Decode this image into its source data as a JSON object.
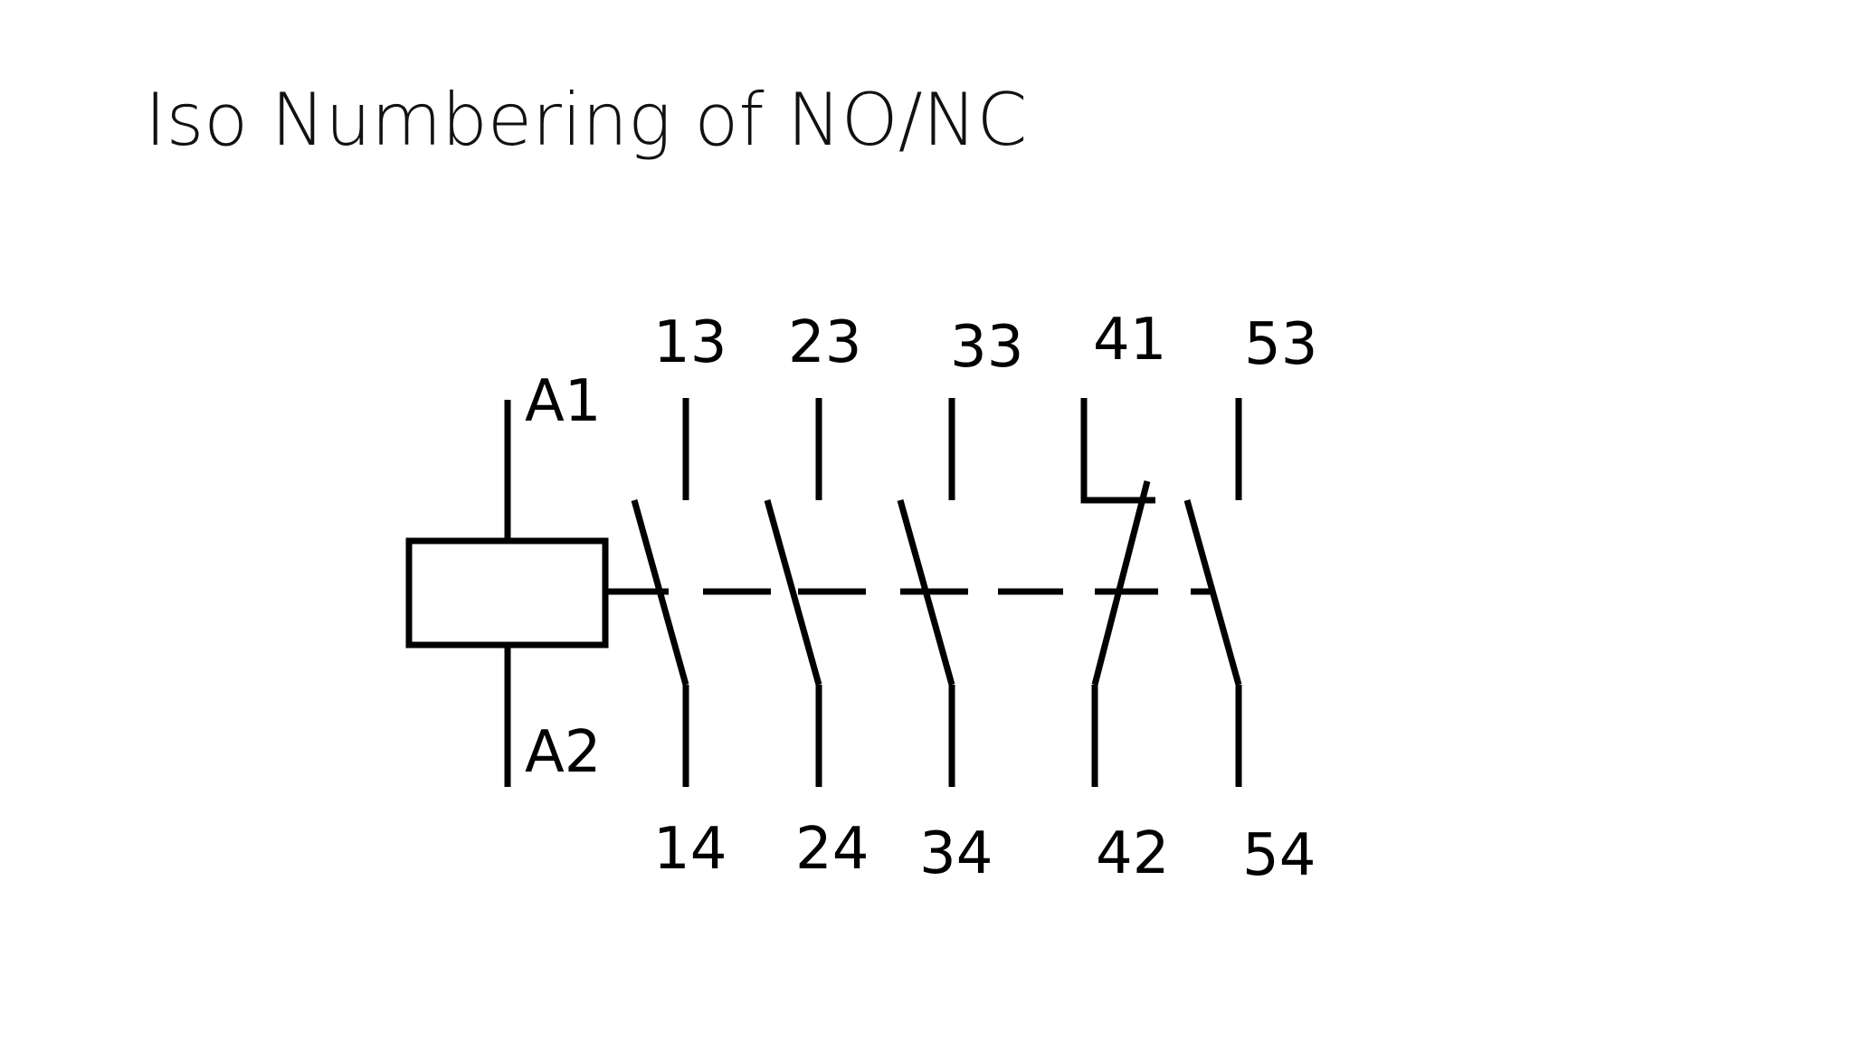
{
  "slide": {
    "title": "Iso Numbering of NO/NC"
  },
  "coil": {
    "label_top": "A1",
    "label_bottom": "A2"
  },
  "contacts": [
    {
      "type": "NO",
      "top": "13",
      "bottom": "14"
    },
    {
      "type": "NO",
      "top": "23",
      "bottom": "24"
    },
    {
      "type": "NO",
      "top": "33",
      "bottom": "34"
    },
    {
      "type": "NC",
      "top": "41",
      "bottom": "42"
    },
    {
      "type": "NO",
      "top": "53",
      "bottom": "54"
    }
  ]
}
